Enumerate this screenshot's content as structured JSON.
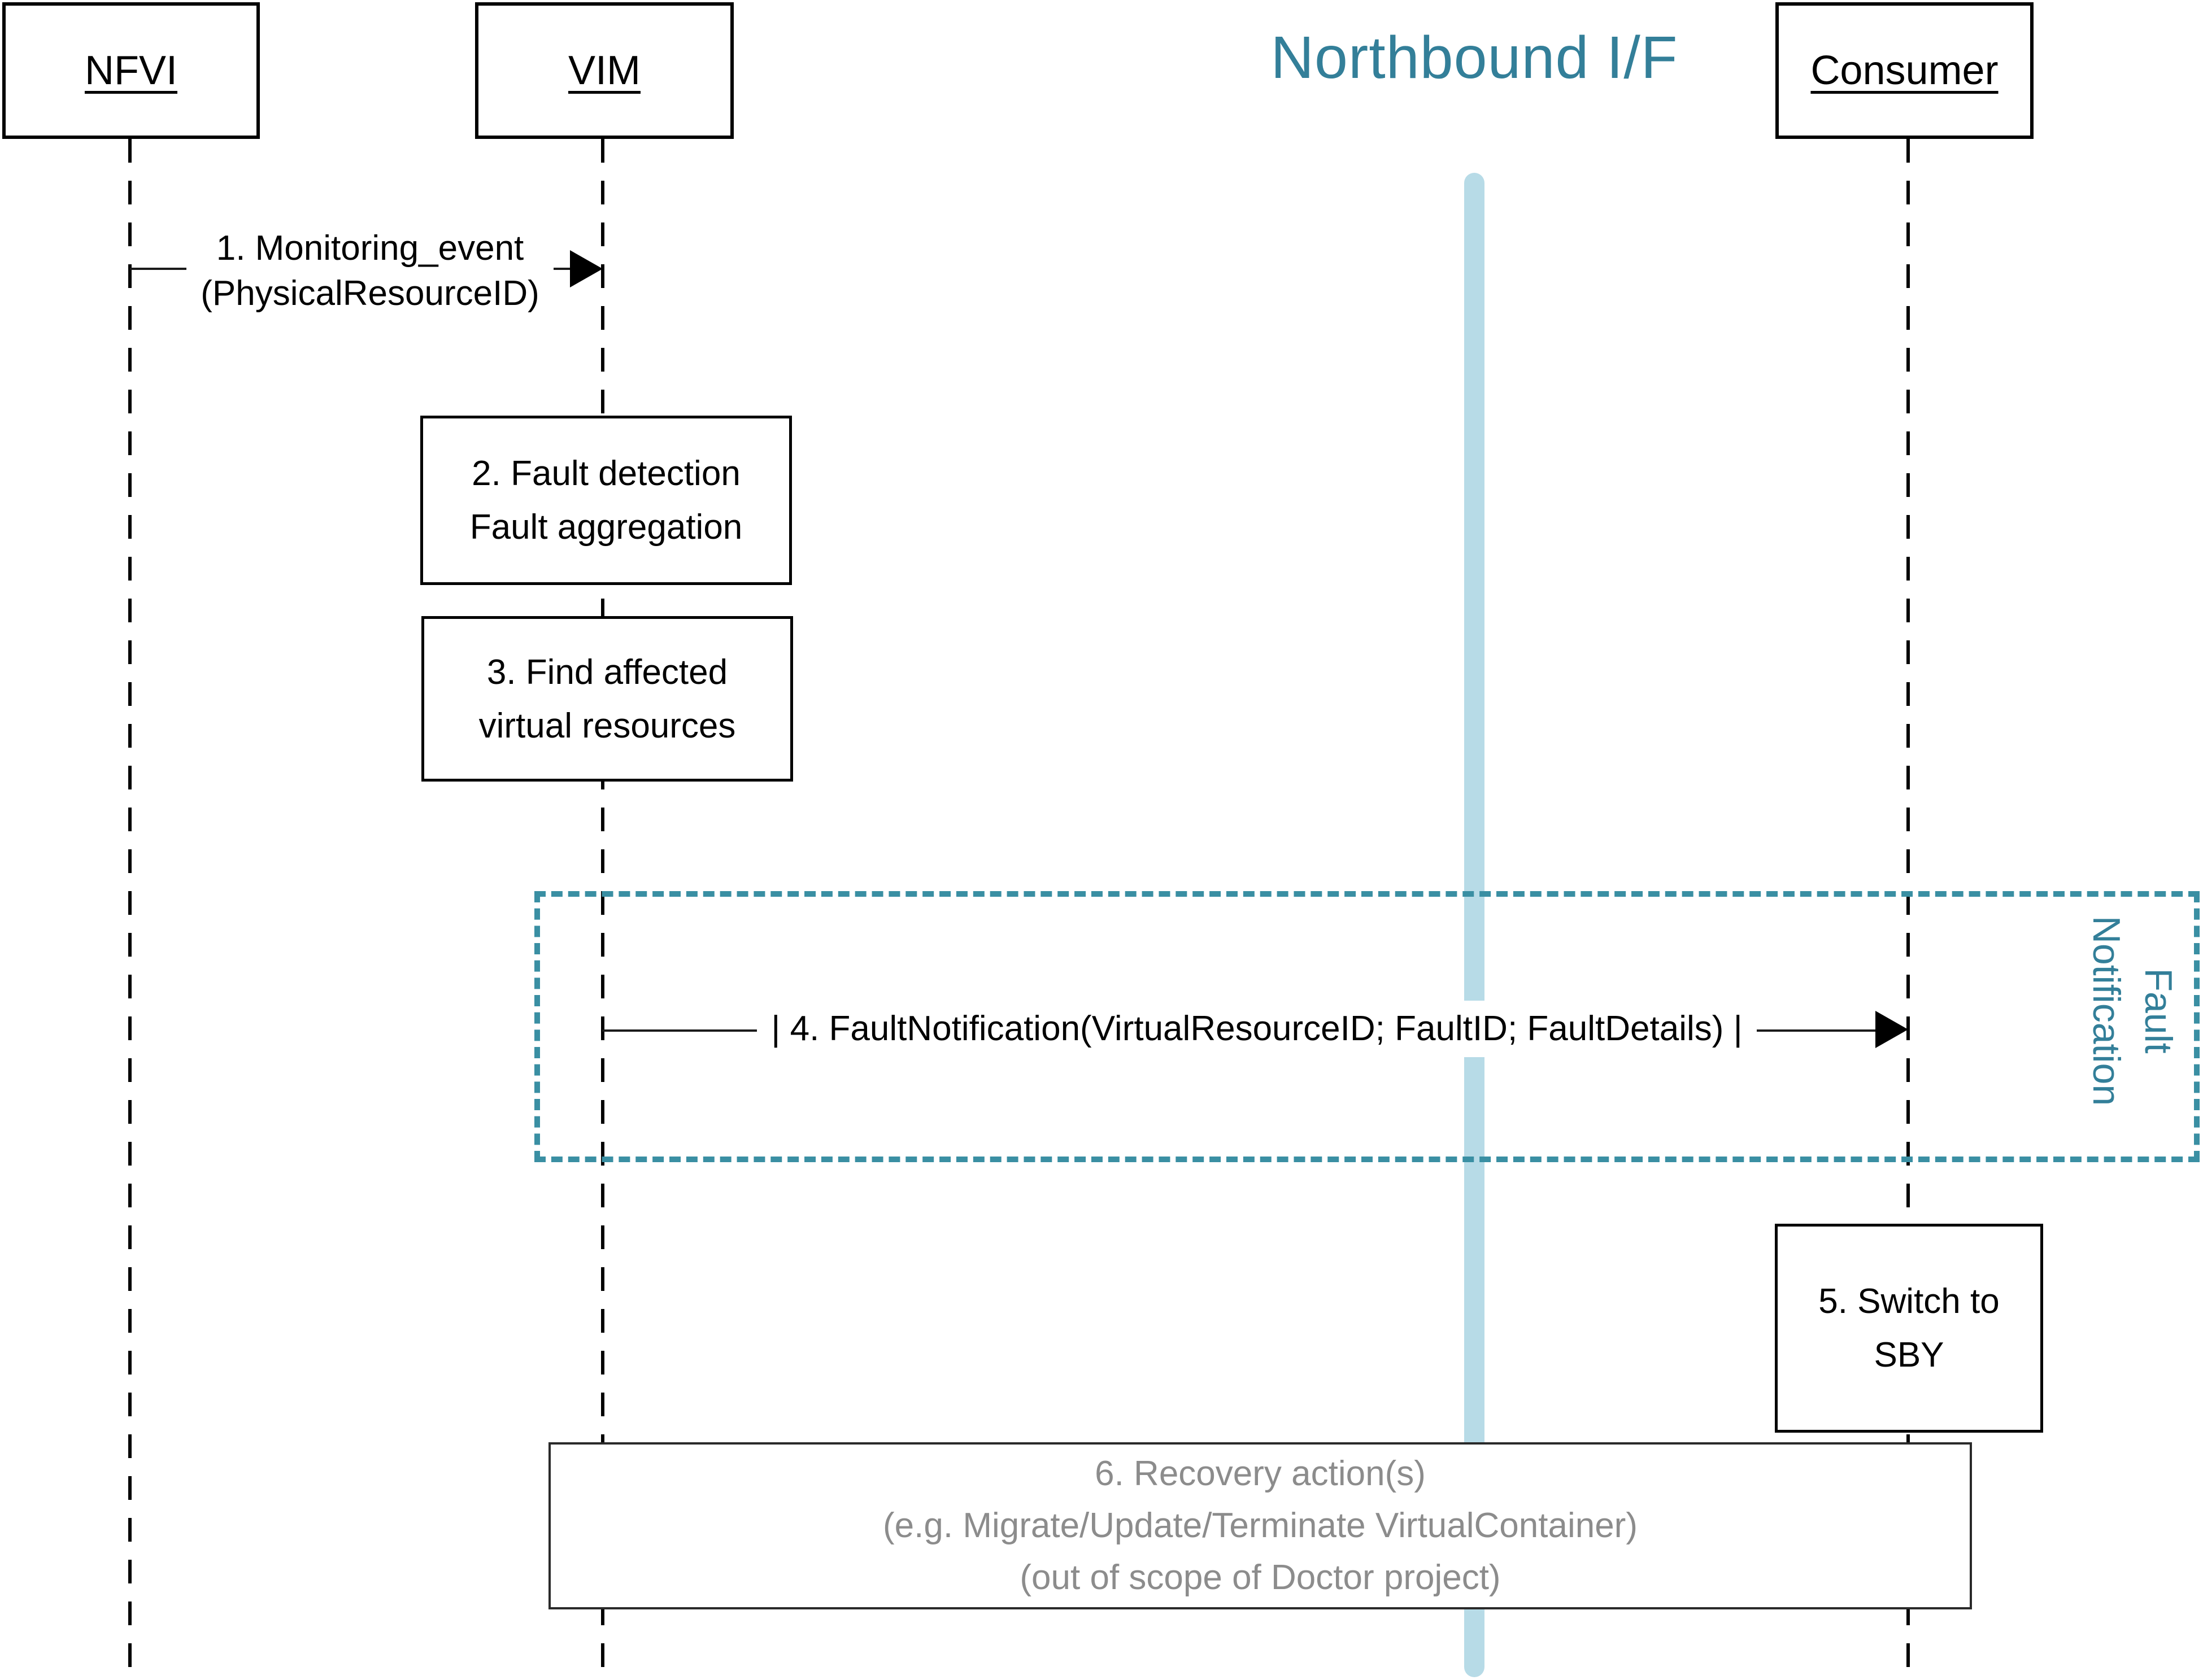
{
  "diagram": {
    "actors": [
      {
        "name": "NFVI"
      },
      {
        "name": "VIM"
      },
      {
        "name": "Consumer"
      }
    ],
    "northbound_label": "Northbound I/F",
    "messages": {
      "msg1": {
        "line1": "1. Monitoring_event",
        "line2": "(PhysicalResourceID)"
      },
      "msg4": {
        "label": "| 4. FaultNotification(VirtualResourceID; FaultID; FaultDetails) |"
      }
    },
    "steps": {
      "step2": {
        "line1": "2. Fault detection",
        "line2": "Fault aggregation"
      },
      "step3": {
        "line1": "3. Find affected",
        "line2": "virtual resources"
      },
      "step5": {
        "line1": "5. Switch to",
        "line2": "SBY"
      },
      "step6": {
        "line1": "6. Recovery action(s)",
        "line2": "(e.g. Migrate/Update/Terminate VirtualContainer)",
        "line3": "(out of scope of Doctor project)"
      }
    },
    "fault_region": {
      "label_line1": "Fault",
      "label_line2": "Notification"
    },
    "colors": {
      "teal_text": "#337f99",
      "teal_dash": "#3a8fa3",
      "light_blue": "#b7dbe7",
      "gray_text": "#8c8c8c"
    }
  }
}
